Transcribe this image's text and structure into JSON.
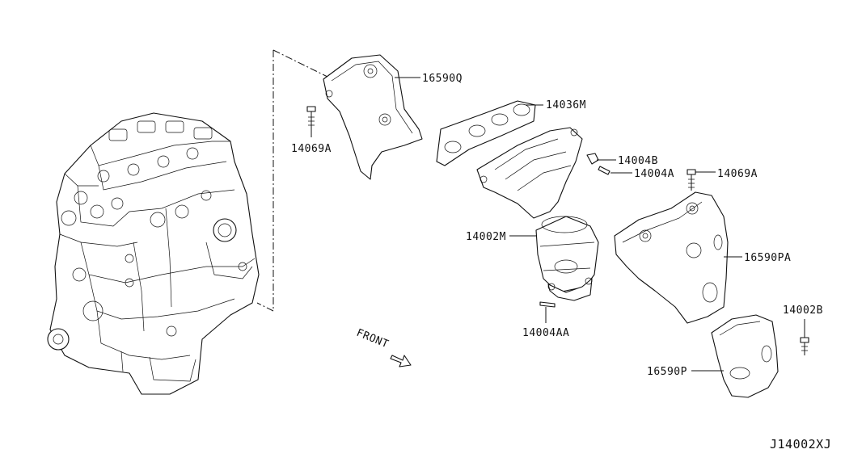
{
  "diagram": {
    "code": "J14002XJ",
    "front_label": "FRONT",
    "parts": {
      "shield_upper": "16590Q",
      "gasket": "14036M",
      "bolt_left": "14069A",
      "nut": "14004B",
      "stud_upper": "14004A",
      "bolt_right": "14069A",
      "manifold": "14002M",
      "shield_right": "16590PA",
      "stud_lower": "14004AA",
      "bolt_lower": "14002B",
      "shield_lower": "16590P"
    }
  }
}
